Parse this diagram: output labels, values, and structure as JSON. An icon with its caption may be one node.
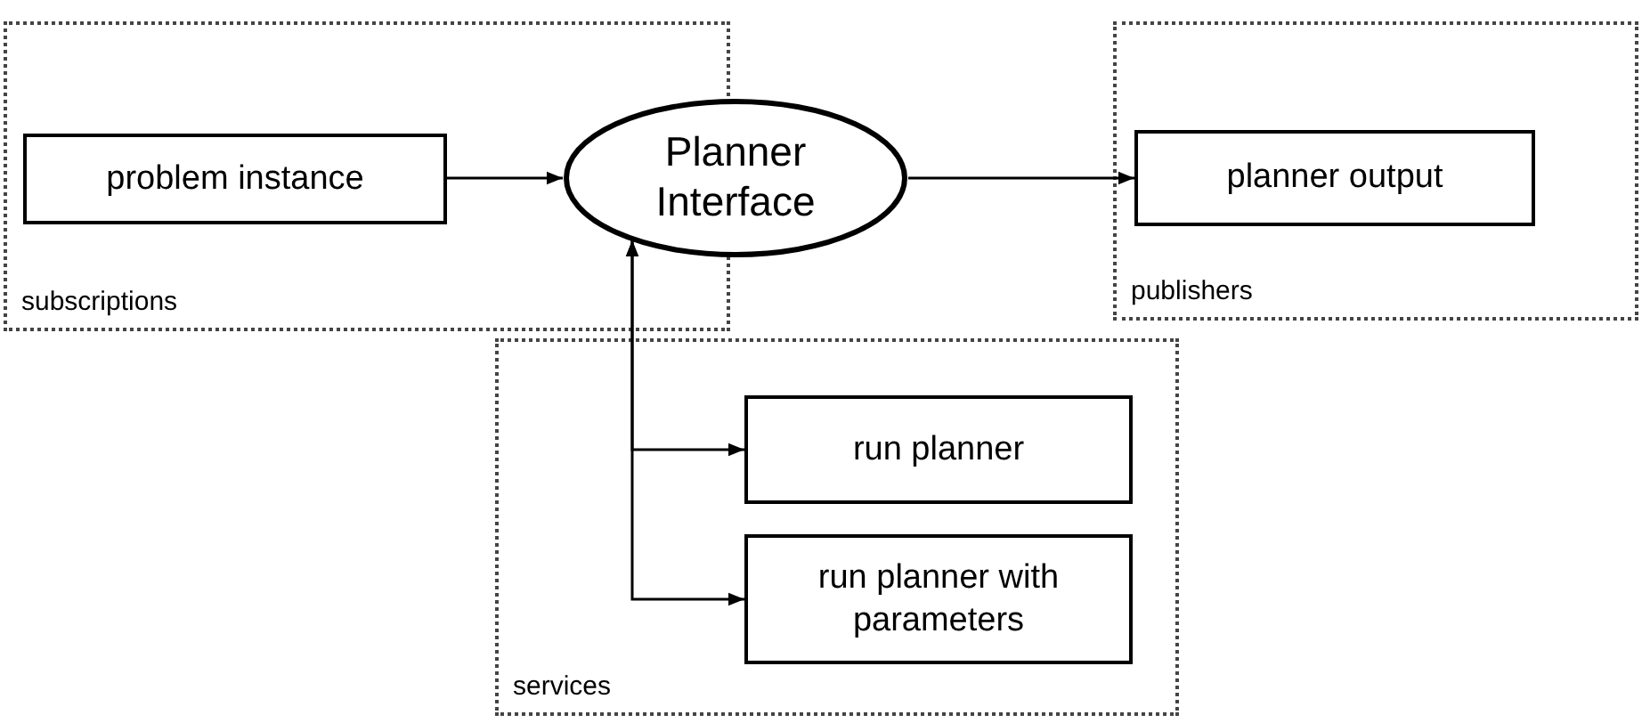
{
  "diagram": {
    "nodes": [
      {
        "text": [
          "subscriptions"
        ]
      },
      {
        "text": [
          "problem instance"
        ],
        "in": 0
      },
      {
        "text": [
          "Planner Interface"
        ]
      },
      {
        "text": [
          "publishers"
        ]
      },
      {
        "text": [
          "planner output"
        ],
        "in": 3
      },
      {
        "text": [
          "services"
        ]
      },
      {
        "text": [
          "run planner"
        ],
        "in": 5
      },
      {
        "text": [
          "run planner with parameters"
        ],
        "in": 5
      }
    ],
    "edges": [
      {
        "from": 1,
        "to": 2,
        "arrow": "to"
      },
      {
        "from": 2,
        "to": 4,
        "arrow": "to"
      },
      {
        "from": 6,
        "to": 2,
        "arrow": "both"
      },
      {
        "from": 7,
        "to": 2,
        "arrow": "both"
      }
    ]
  }
}
